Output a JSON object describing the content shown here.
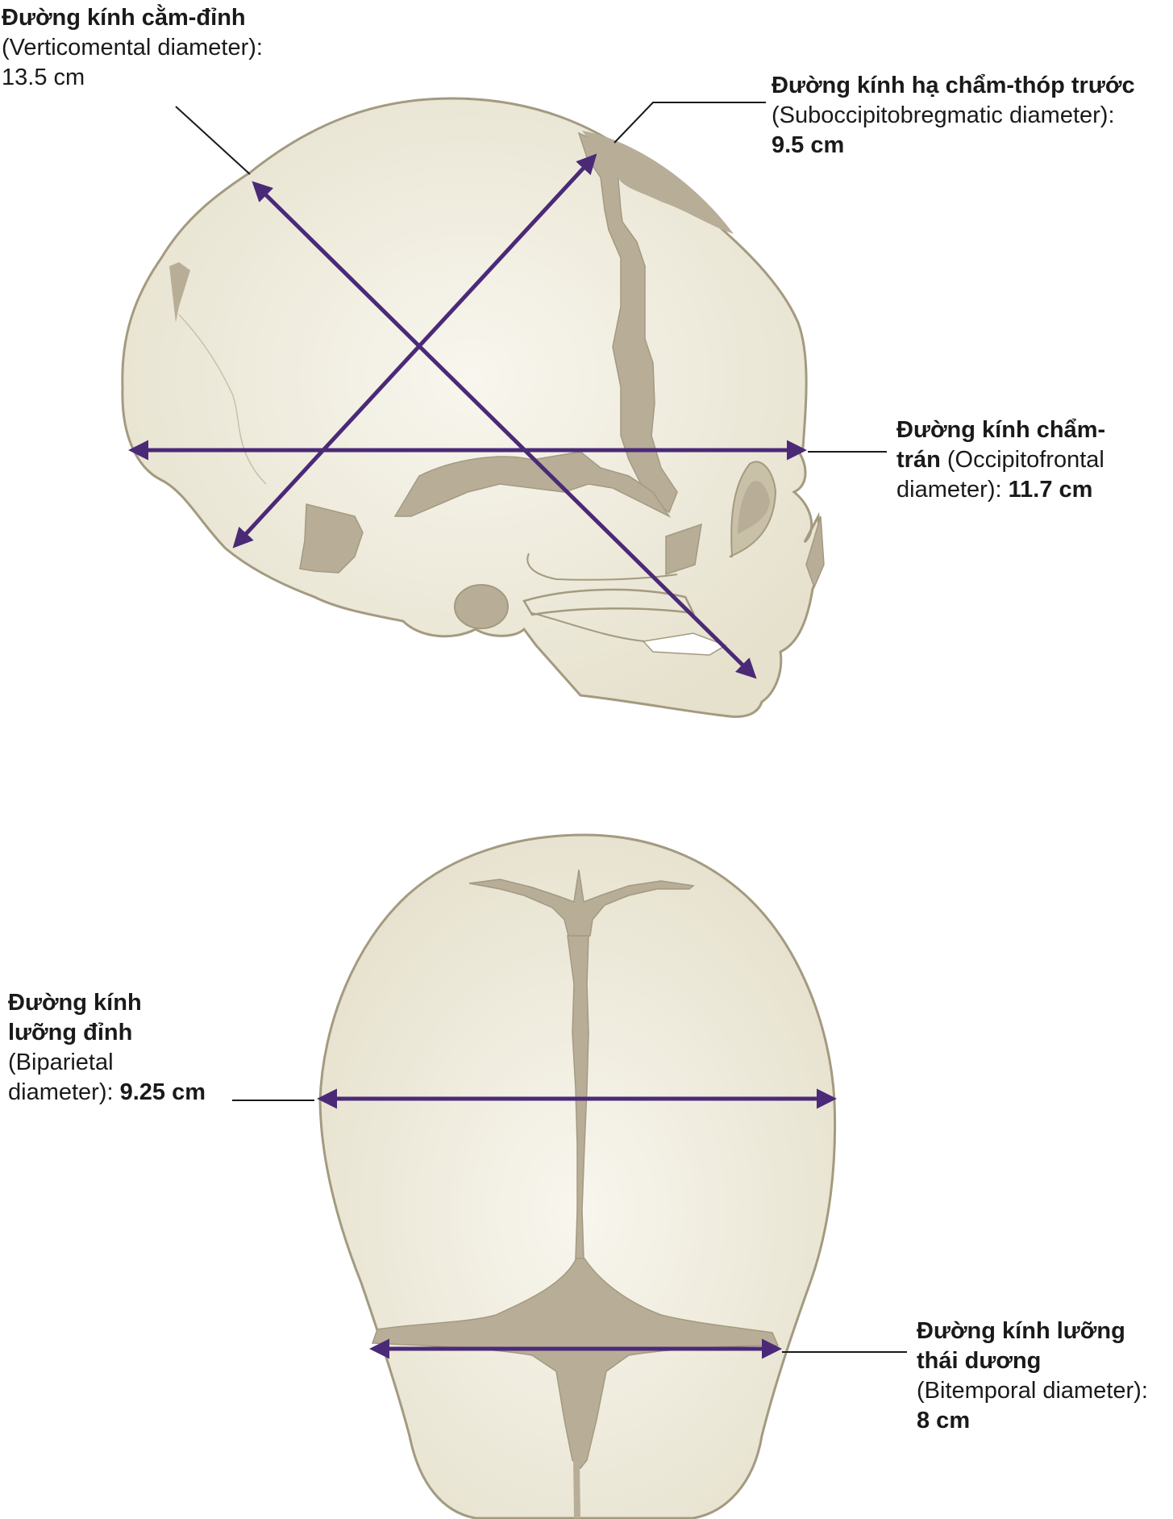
{
  "diagram": {
    "colors": {
      "skull_fill": "#E9E5D3",
      "skull_highlight": "#F6F4EA",
      "skull_outline": "#A39A80",
      "suture_fill": "#B8AE98",
      "arrow": "#4A2A77",
      "leader_line": "#1a1a1a",
      "text": "#1a1a1a"
    },
    "labels": {
      "verticomental": {
        "vi_name": "Đường kính cằm-đỉnh",
        "en_name": "(Verticomental diameter):",
        "value": "13.5 cm"
      },
      "suboccipitobregmatic": {
        "vi_name": "Đường kính hạ chẩm-thóp trước",
        "en_name": "(Suboccipitobregmatic diameter):",
        "value": "9.5 cm"
      },
      "occipitofrontal": {
        "vi_name_part1": "Đường kính chẩm-",
        "vi_name_part2": "trán",
        "en_name_part1": " (Occipitofrontal",
        "en_name_part2": "diameter):",
        "value": "11.7 cm"
      },
      "biparietal": {
        "vi_name_line1": "Đường kính",
        "vi_name_line2": "lưỡng đỉnh",
        "en_name_line1": "(Biparietal",
        "en_name_line2": "diameter):",
        "value": "9.25 cm"
      },
      "bitemporal": {
        "vi_name_line1": "Đường kính lưỡng",
        "vi_name_line2": "thái dương",
        "en_name": "(Bitemporal diameter):",
        "value": "8 cm"
      }
    }
  }
}
